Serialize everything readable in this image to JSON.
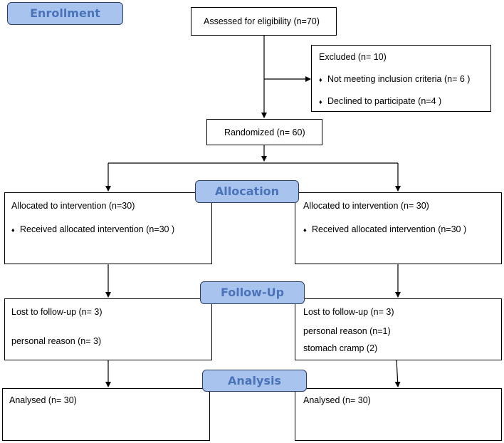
{
  "stages": {
    "enrollment": "Enrollment",
    "allocation": "Allocation",
    "follow_up": "Follow-Up",
    "analysis": "Analysis"
  },
  "assessed": {
    "text": "Assessed for eligibility (n=70)"
  },
  "excluded": {
    "title": "Excluded (n= 10)",
    "items": [
      "Not meeting inclusion criteria (n= 6  )",
      "Declined to participate (n=4  )"
    ],
    "bullet": "♦"
  },
  "randomized": {
    "text": "Randomized (n= 60)"
  },
  "allocation": {
    "left": {
      "title": "Allocated to intervention (n=30)",
      "item": "Received allocated intervention (n=30 )"
    },
    "right": {
      "title": "Allocated to intervention (n= 30)",
      "item": "Received allocated intervention (n=30 )"
    }
  },
  "follow_up": {
    "left": {
      "lost": "Lost to follow-up (n= 3)",
      "reasons": [
        "personal reason (n= 3)"
      ]
    },
    "right": {
      "lost": "Lost to follow-up (n= 3)",
      "reasons": [
        "personal reason (n=1)",
        "stomach cramp (2)"
      ]
    }
  },
  "analysis": {
    "left": {
      "text": "Analysed (n= 30)"
    },
    "right": {
      "text": "Analysed (n= 30)"
    }
  },
  "colors": {
    "stage_fill": "#a9c3ef",
    "stage_text": "#4a73b8",
    "stage_border": "#2b3f66",
    "line": "#000000"
  }
}
